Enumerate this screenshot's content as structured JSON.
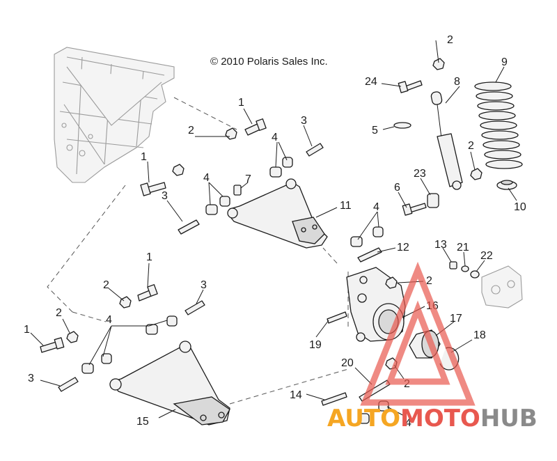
{
  "copyright": "© 2010 Polaris Sales Inc.",
  "callouts": [
    {
      "id": "c1a",
      "label": "1"
    },
    {
      "id": "c1b",
      "label": "1"
    },
    {
      "id": "c1c",
      "label": "1"
    },
    {
      "id": "c1d",
      "label": "1"
    },
    {
      "id": "c2a",
      "label": "2"
    },
    {
      "id": "c2b",
      "label": "2"
    },
    {
      "id": "c2c",
      "label": "2"
    },
    {
      "id": "c2d",
      "label": "2"
    },
    {
      "id": "c2e",
      "label": "2"
    },
    {
      "id": "c2f",
      "label": "2"
    },
    {
      "id": "c2g",
      "label": "2"
    },
    {
      "id": "c3a",
      "label": "3"
    },
    {
      "id": "c3b",
      "label": "3"
    },
    {
      "id": "c3c",
      "label": "3"
    },
    {
      "id": "c3d",
      "label": "3"
    },
    {
      "id": "c4a",
      "label": "4"
    },
    {
      "id": "c4b",
      "label": "4"
    },
    {
      "id": "c4c",
      "label": "4"
    },
    {
      "id": "c4d",
      "label": "4"
    },
    {
      "id": "c4e",
      "label": "4"
    },
    {
      "id": "c5",
      "label": "5"
    },
    {
      "id": "c6",
      "label": "6"
    },
    {
      "id": "c7",
      "label": "7"
    },
    {
      "id": "c8",
      "label": "8"
    },
    {
      "id": "c9",
      "label": "9"
    },
    {
      "id": "c10",
      "label": "10"
    },
    {
      "id": "c11",
      "label": "11"
    },
    {
      "id": "c12",
      "label": "12"
    },
    {
      "id": "c13",
      "label": "13"
    },
    {
      "id": "c14",
      "label": "14"
    },
    {
      "id": "c15",
      "label": "15"
    },
    {
      "id": "c16",
      "label": "16"
    },
    {
      "id": "c17",
      "label": "17"
    },
    {
      "id": "c18",
      "label": "18"
    },
    {
      "id": "c19",
      "label": "19"
    },
    {
      "id": "c20",
      "label": "20"
    },
    {
      "id": "c21",
      "label": "21"
    },
    {
      "id": "c22",
      "label": "22"
    },
    {
      "id": "c23",
      "label": "23"
    },
    {
      "id": "c24",
      "label": "24"
    }
  ],
  "watermark": {
    "part1": "AUTO",
    "part2": "MOTO",
    "part3": "HUB",
    "color1": "#f5a623",
    "color2": "#e8584f",
    "color3": "#8a8a8a"
  }
}
